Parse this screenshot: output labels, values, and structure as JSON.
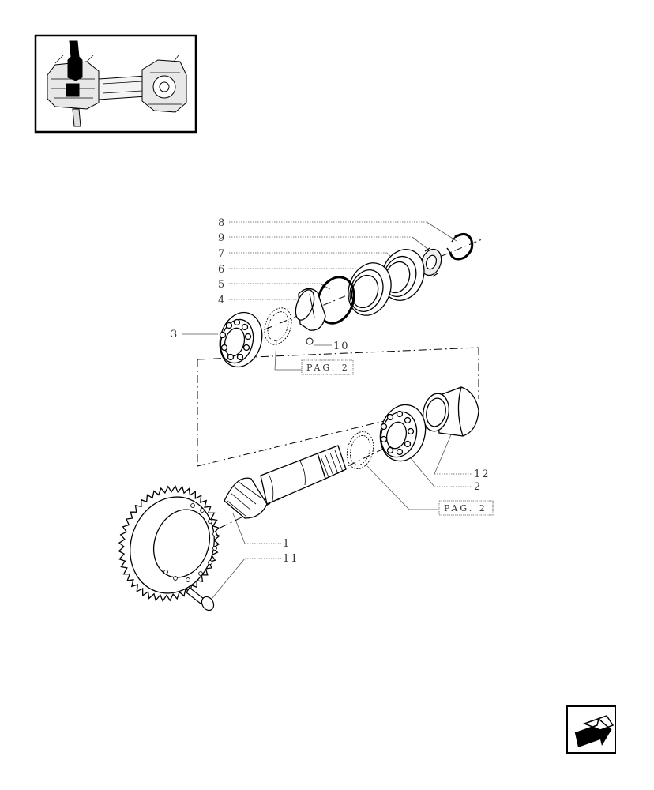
{
  "thumbnail": {
    "icon": "axle-assembly-thumbnail"
  },
  "callouts": {
    "c8": "8",
    "c9": "9",
    "c7": "7",
    "c6": "6",
    "c5": "5",
    "c4": "4",
    "c3": "3",
    "c10": "10",
    "c12": "12",
    "c2": "2",
    "c1": "1",
    "c11": "11"
  },
  "references": {
    "pag_upper": "PAG. 2",
    "pag_lower": "PAG. 2"
  },
  "navigation": {
    "icon": "back-arrow-icon"
  },
  "colors": {
    "line": "#000000",
    "leader": "#555555",
    "ink": "#333333",
    "shade": "#999999"
  }
}
